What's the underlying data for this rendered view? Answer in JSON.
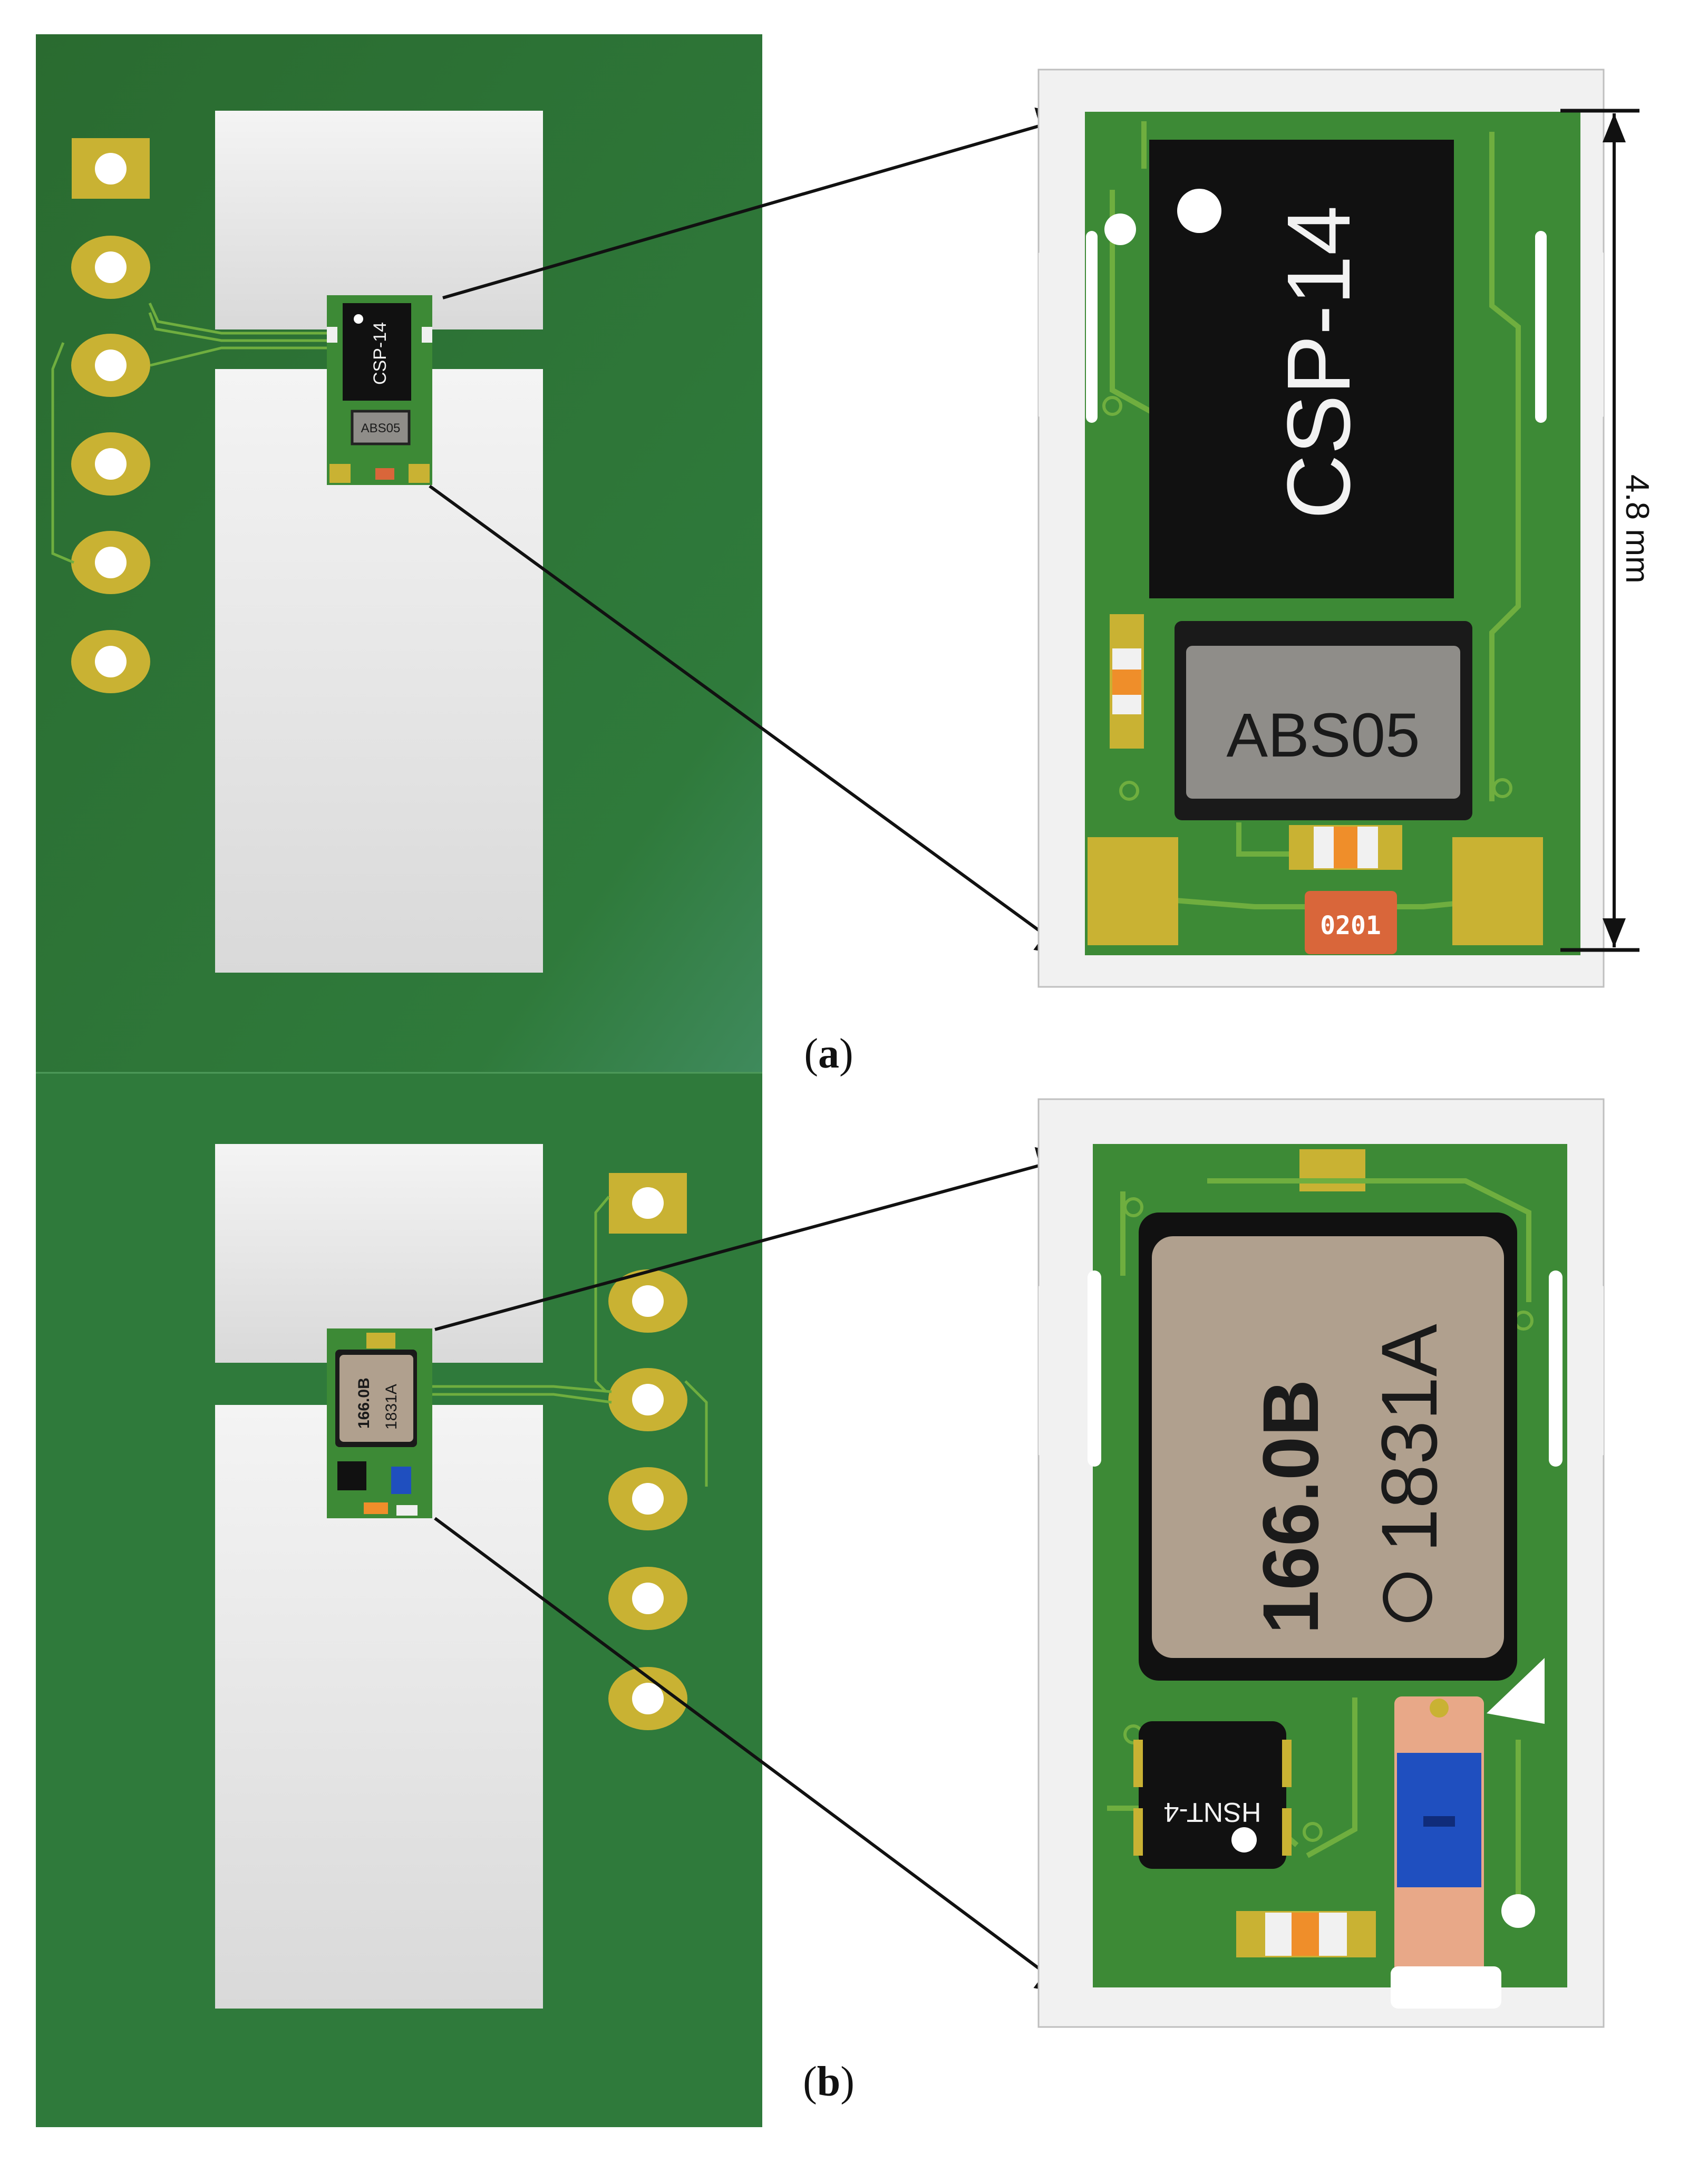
{
  "panels": [
    {
      "label_open": "(",
      "label_letter": "a",
      "label_close": ")",
      "components": {
        "main_ic": "CSP-14",
        "crystal": "ABS05",
        "resistor": "0201"
      },
      "dimension": "4.8 mm"
    },
    {
      "label_open": "(",
      "label_letter": "b",
      "label_close": ")",
      "components": {
        "oscillator_line1": "166.0B",
        "oscillator_line2": "1831A",
        "inductor": "HSNT-4"
      }
    }
  ],
  "colors": {
    "pcb_green": "#2f7a3b",
    "module_green": "#3d8a36",
    "pad_gold": "#c9b233",
    "slot_white": "#f0f0f0",
    "chip_black": "#111111",
    "crystal_gray": "#8f8d89",
    "oscillator_tan": "#b0a08e",
    "resistor_orange": "#d9663a",
    "capacitor_blue": "#1f4fbf"
  }
}
